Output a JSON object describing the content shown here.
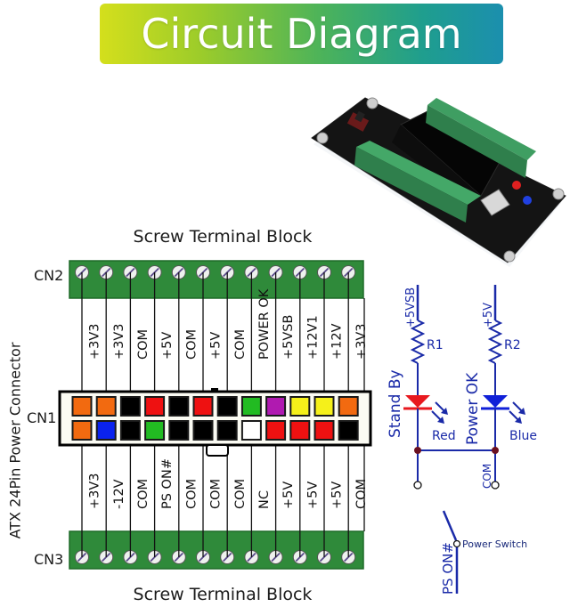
{
  "title": "Circuit Diagram",
  "top_block": {
    "title": "Screw Terminal Block",
    "label": "CN2",
    "pins": [
      "+3V3",
      "+3V3",
      "COM",
      "+5V",
      "COM",
      "+5V",
      "COM",
      "POWER OK",
      "+5VSB",
      "+12V1",
      "+12V",
      "+3V3"
    ]
  },
  "connector": {
    "side_label": "ATX 24Pin Power Connector",
    "label": "CN1",
    "top_row_colors": [
      "#f26a10",
      "#f26a10",
      "#000000",
      "#ee1111",
      "#000000",
      "#ee1111",
      "#000000",
      "#22bb22",
      "#b01ab0",
      "#f5f01a",
      "#f5f01a",
      "#f26a10"
    ],
    "bottom_row_colors": [
      "#f26a10",
      "#0a22ee",
      "#000000",
      "#22bb22",
      "#000000",
      "#000000",
      "#000000",
      "#ffffff",
      "#ee1111",
      "#ee1111",
      "#ee1111",
      "#000000"
    ]
  },
  "bottom_block": {
    "title": "Screw Terminal Block",
    "label": "CN3",
    "pins": [
      "+3V3",
      "-12V",
      "COM",
      "PS ON#",
      "COM",
      "COM",
      "COM",
      "NC",
      "+5V",
      "+5V",
      "+5V",
      "COM"
    ]
  },
  "led_circuit": {
    "left": {
      "supply": "+5VSB",
      "resistor": "R1",
      "name": "Stand By",
      "color_label": "Red",
      "led_color": "#e8191f"
    },
    "right": {
      "supply": "+5V",
      "resistor": "R2",
      "name": "Power OK",
      "color_label": "Blue",
      "led_color": "#1020d8"
    },
    "common": "COM",
    "wire_color": "#1a2aa8",
    "node_color": "#6a1020"
  },
  "switch": {
    "signal": "PS ON#",
    "label": "Power Switch"
  },
  "colors": {
    "terminal_green": "#2f8a3a",
    "terminal_dark": "#1f6a28"
  }
}
